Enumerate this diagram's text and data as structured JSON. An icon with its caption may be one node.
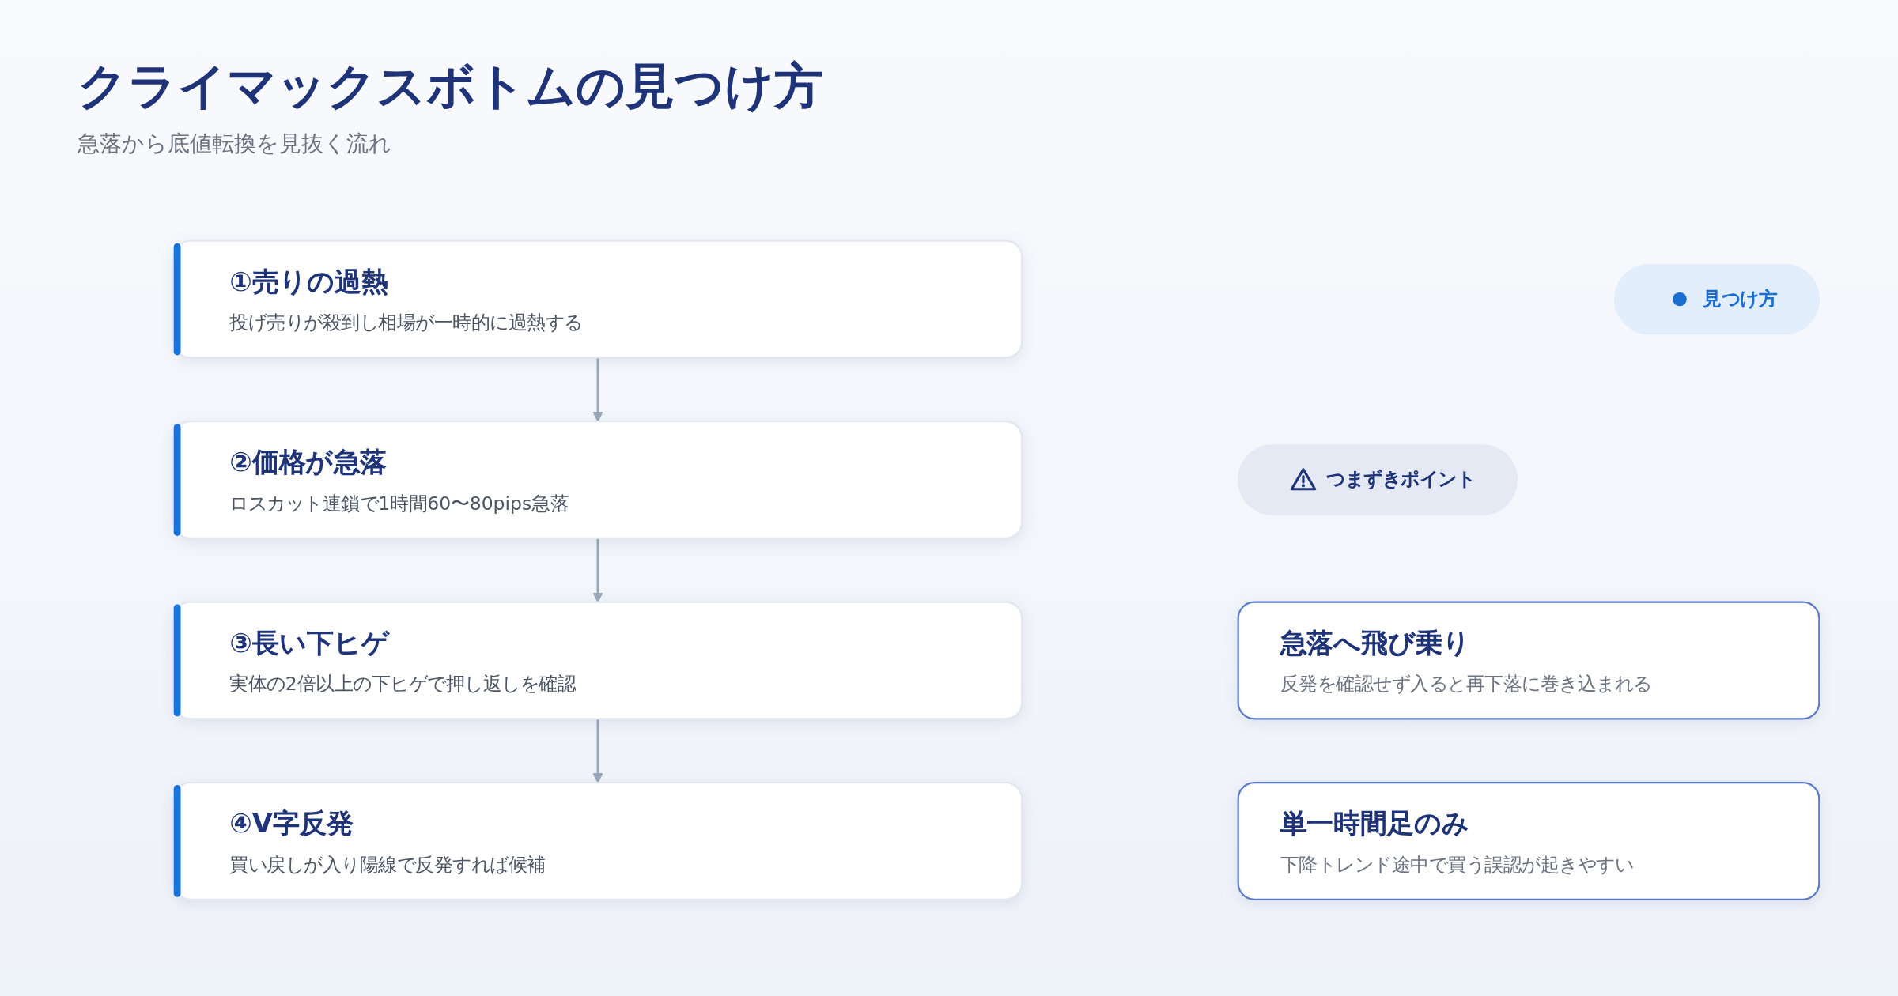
{
  "diagram": {
    "title": "クライマックスボトムの見つけ方",
    "nodes": [
      {
        "text": [
          "見つけ方"
        ]
      },
      {
        "text": [
          "①売りの過熱",
          "投げ売りが殺到し相場が一時的に過熱する"
        ]
      },
      {
        "text": [
          "②価格が急落",
          "ロスカット連鎖で1時間60〜80pips急落"
        ]
      },
      {
        "text": [
          "③長い下ヒゲ",
          "実体の2倍以上の下ヒゲで押し返しを確認"
        ]
      },
      {
        "text": [
          "④V字反発",
          "買い戻しが入り陽線で反発すれば候補"
        ]
      },
      {
        "text": [
          "つまずきポイント"
        ]
      },
      {
        "text": [
          "急落へ飛び乗り",
          "反発を確認せず入ると再下落に巻き込まれる"
        ]
      },
      {
        "text": [
          "単一時間足のみ",
          "下降トレンド途中で買う誤認が起きやすい"
        ]
      }
    ],
    "edges": [
      {
        "from": 1,
        "to": 2,
        "arrow": "to"
      },
      {
        "from": 2,
        "to": 3,
        "arrow": "to"
      },
      {
        "from": 3,
        "to": 4,
        "arrow": "to"
      }
    ],
    "labels": [
      "急落から底値転換を見抜く流れ"
    ]
  }
}
